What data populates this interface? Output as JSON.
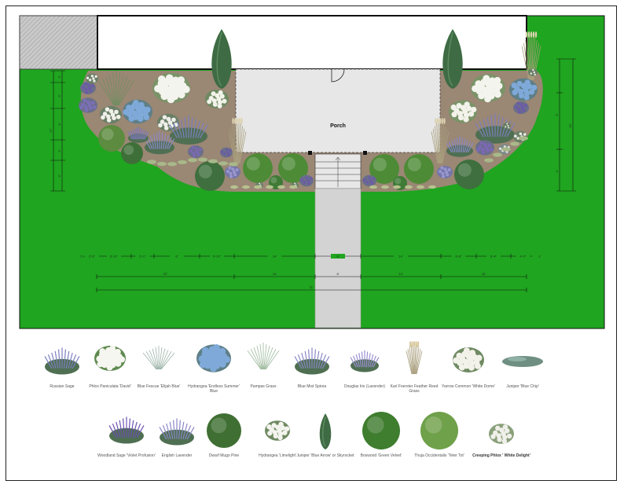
{
  "plan": {
    "porch_label": "Porch",
    "colors": {
      "lawn": "#1fa51f",
      "mulch": "#9a8774",
      "walkway": "#d3d3d3",
      "porch": "#e7e7e7",
      "house": "#ffffff",
      "outline": "#111111"
    },
    "dimensions": {
      "row1": [
        "1'-9\"",
        "2'-6\"",
        "6'-11\"",
        "5'-1\"",
        "6'",
        "5'-10\"",
        "14'",
        "6'",
        "14'",
        "6'-6\"",
        "6'-4\"",
        "4'-2\"",
        "1'"
      ],
      "row2": [
        "22'",
        "14'",
        "6'",
        "14'",
        "15'"
      ],
      "row3": [
        "71'"
      ],
      "left_vertical": [
        "3'",
        "6'",
        "6'",
        "27'",
        "3'",
        "4'"
      ],
      "right_vertical": [
        "22'",
        "5'",
        "4'"
      ]
    }
  },
  "legend": [
    {
      "name": "Russian Sage",
      "icon": "russian-sage-icon",
      "bold": false
    },
    {
      "name": "Phlox Paniculata 'David'",
      "icon": "phlox-david-icon",
      "bold": false
    },
    {
      "name": "Blue Fescue 'Elijah Blue'",
      "icon": "blue-fescue-icon",
      "bold": false
    },
    {
      "name": "Hydrangea 'Endless Summer' Blue",
      "icon": "hydrangea-blue-icon",
      "bold": false
    },
    {
      "name": "Pampas Grass",
      "icon": "pampas-grass-icon",
      "bold": false
    },
    {
      "name": "Blue Mist Spirea",
      "icon": "blue-mist-spirea-icon",
      "bold": false
    },
    {
      "name": "Douglas Iris (Lavender)",
      "icon": "douglas-iris-icon",
      "bold": false
    },
    {
      "name": "Karl Foerster Feather Reed Grass",
      "icon": "feather-reed-grass-icon",
      "bold": false
    },
    {
      "name": "Yarrow Common 'White Dome'",
      "icon": "yarrow-icon",
      "bold": false
    },
    {
      "name": "Juniper 'Blue Chip'",
      "icon": "juniper-blue-chip-icon",
      "bold": false
    },
    {
      "name": "Woodland Sage 'Violet Profusion'",
      "icon": "woodland-sage-icon",
      "bold": false
    },
    {
      "name": "English Lavender",
      "icon": "english-lavender-icon",
      "bold": false
    },
    {
      "name": "Dwarf Mugo Pine",
      "icon": "mugo-pine-icon",
      "bold": false
    },
    {
      "name": "Hydrangea 'Limelight'",
      "icon": "hydrangea-limelight-icon",
      "bold": false
    },
    {
      "name": "Juniper 'Blue Arrow' or Skyrocket",
      "icon": "juniper-blue-arrow-icon",
      "bold": false
    },
    {
      "name": "Boxwood 'Green Velvet'",
      "icon": "boxwood-icon",
      "bold": false
    },
    {
      "name": "Thuja Occidentalis 'Teter Tot'",
      "icon": "thuja-icon",
      "bold": false
    },
    {
      "name": "Creeping Phlox ' White Delight'",
      "icon": "creeping-phlox-icon",
      "bold": true
    }
  ]
}
